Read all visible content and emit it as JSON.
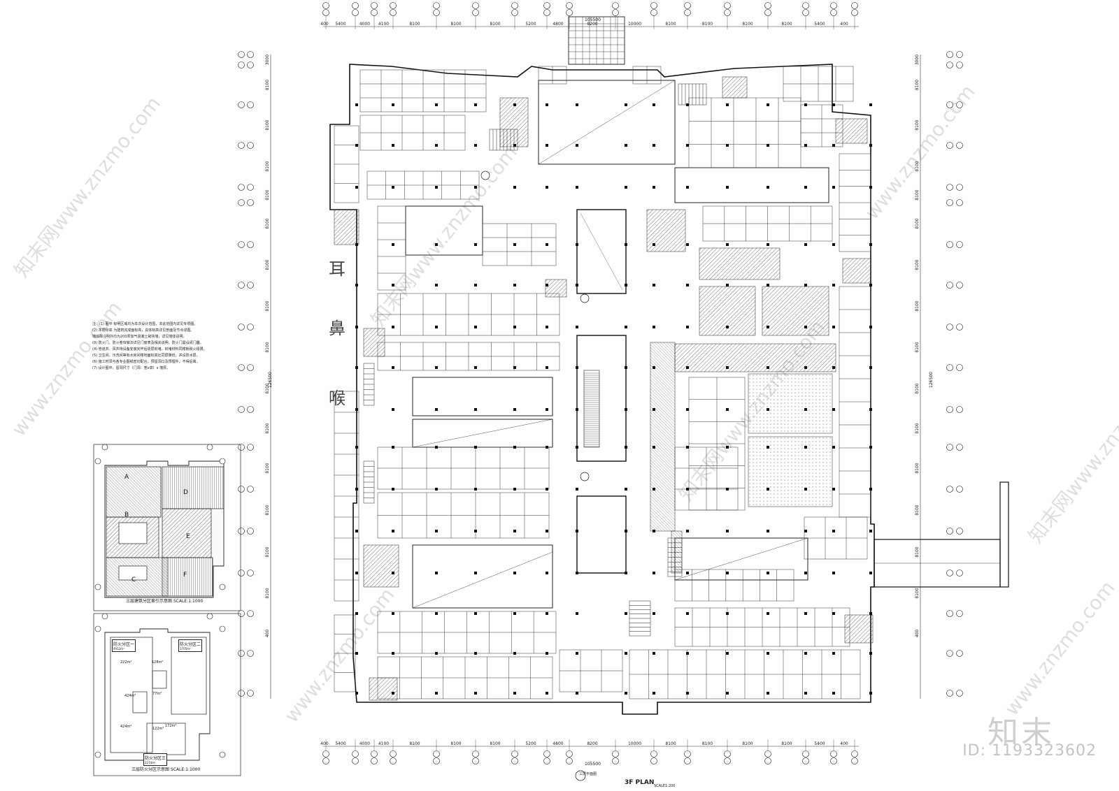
{
  "drawing": {
    "plan_title": "3F PLAN",
    "plan_subtitle": "三层平面图",
    "plan_scale": "SCALE1:200",
    "total_width_dim": "105500",
    "total_height_dim": "126500",
    "top_dims": [
      "400",
      "5400",
      "4000",
      "4100",
      "8100",
      "8100",
      "8100",
      "5200",
      "4800",
      "8200",
      "10000",
      "8100",
      "8100",
      "8100",
      "8100",
      "5400",
      "400"
    ],
    "left_dims": [
      "3000",
      "8100",
      "8100",
      "8100",
      "8100",
      "8100",
      "8100",
      "8100",
      "8100",
      "8100",
      "8100",
      "8100",
      "8100",
      "8100",
      "8100",
      "400"
    ],
    "dept_chars": [
      "耳",
      "鼻",
      "喉"
    ]
  },
  "key_plan_1": {
    "caption": "三层建筑分区索引示意图",
    "scale": "SCALE:1:1000",
    "zones": [
      "A",
      "B",
      "C",
      "D",
      "E",
      "F"
    ]
  },
  "key_plan_2": {
    "caption": "三层防火分区示意图",
    "scale": "SCALE:1:1000",
    "zones": [
      {
        "name": "防火分区一",
        "area": "4912m²"
      },
      {
        "name": "防火分区二",
        "area": "3705m²"
      },
      {
        "name": "防火分区三",
        "area": "2274m²"
      }
    ],
    "areas": [
      "222m²",
      "128m²",
      "424m²",
      "77m²",
      "424m²",
      "122m²",
      "172m²"
    ]
  },
  "notes": {
    "lines": [
      "注：(1) 图中        标明区域均为本次设计范围，非此范围内详见专项图。",
      "(2) 本层标高      为建筑完成面标高，具体标高详见剖面及节点详图。",
      "    墙体除注明外均为200厚加气混凝土砌块墙，详见墙体说明。",
      "(3) 防火门、防火卷帘做法详见门窗表及相关说明，防火门需设闭门器。",
      "(4) 管道井、风井待设备安装完毕后逐层封堵，封堵材料同楼板耐火极限。",
      "(5) 卫生间、污洗间等有水房间楼地面标高比同层降低，并设防水层。",
      "(6) 施工时须与各专业图纸密切配合，预留洞口及预埋件，不得后凿。",
      "(7) 设计图中，留洞尺寸（门洞：宽x高）x 墙厚。"
    ]
  },
  "watermarks": {
    "site": "www.znzmo.com",
    "cn": "知末网",
    "brand": "知末",
    "id": "ID: 1193323602"
  }
}
